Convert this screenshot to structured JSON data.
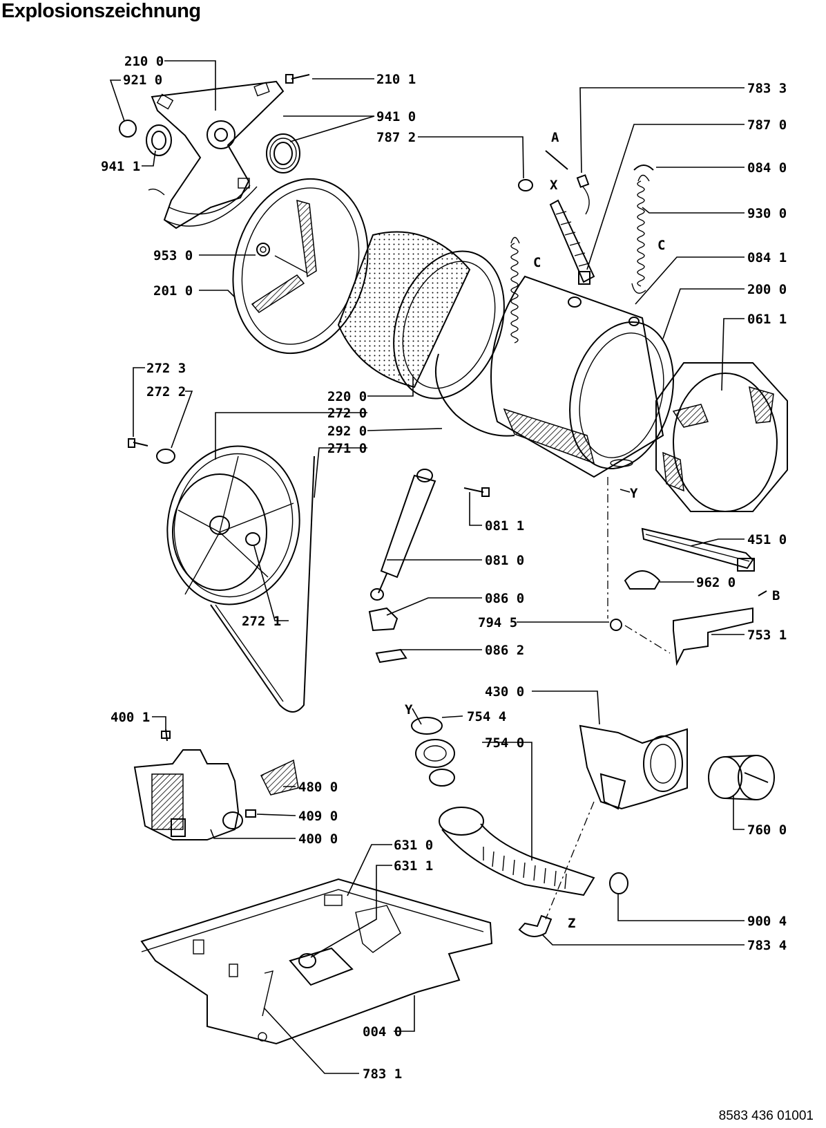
{
  "title": "Explosionszeichnung",
  "document_number": "8583 436 01001",
  "parts": {
    "p2100": "210 0",
    "p2101": "210 1",
    "p9210": "921 0",
    "p9410": "941 0",
    "p9411": "941 1",
    "p7872": "787 2",
    "p7833": "783 3",
    "p7870": "787 0",
    "p0840": "084 0",
    "p9300": "930 0",
    "p0841": "084 1",
    "p2000": "200 0",
    "p0611": "061 1",
    "p9530": "953 0",
    "p2010": "201 0",
    "p2723": "272 3",
    "p2722": "272 2",
    "p2200": "220 0",
    "p2720": "272 0",
    "p2920": "292 0",
    "p2710": "271 0",
    "p0811": "081 1",
    "p0810": "081 0",
    "p4510": "451 0",
    "p9620": "962 0",
    "p0860": "086 0",
    "p7945": "794 5",
    "p7531": "753 1",
    "p2721": "272 1",
    "p0862": "086 2",
    "p4300": "430 0",
    "p7544": "754 4",
    "p7540": "754 0",
    "p4001": "400 1",
    "p4800": "480 0",
    "p4090": "409 0",
    "p4000": "400 0",
    "p7600": "760 0",
    "p6310": "631 0",
    "p6311": "631 1",
    "p9004": "900 4",
    "p7834": "783 4",
    "p0040": "004 0",
    "p7831": "783 1"
  },
  "markers": {
    "A": "A",
    "X": "X",
    "C1": "C",
    "C2": "C",
    "Y1": "Y",
    "Y2": "Y",
    "B": "B",
    "Z": "Z"
  }
}
